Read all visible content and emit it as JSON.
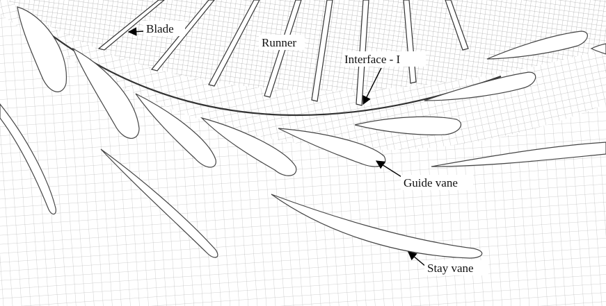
{
  "figure": {
    "labels": {
      "blade": "Blade",
      "runner": "Runner",
      "interface": "Interface - I",
      "guide_vane": "Guide vane",
      "stay_vane": "Stay vane"
    }
  }
}
